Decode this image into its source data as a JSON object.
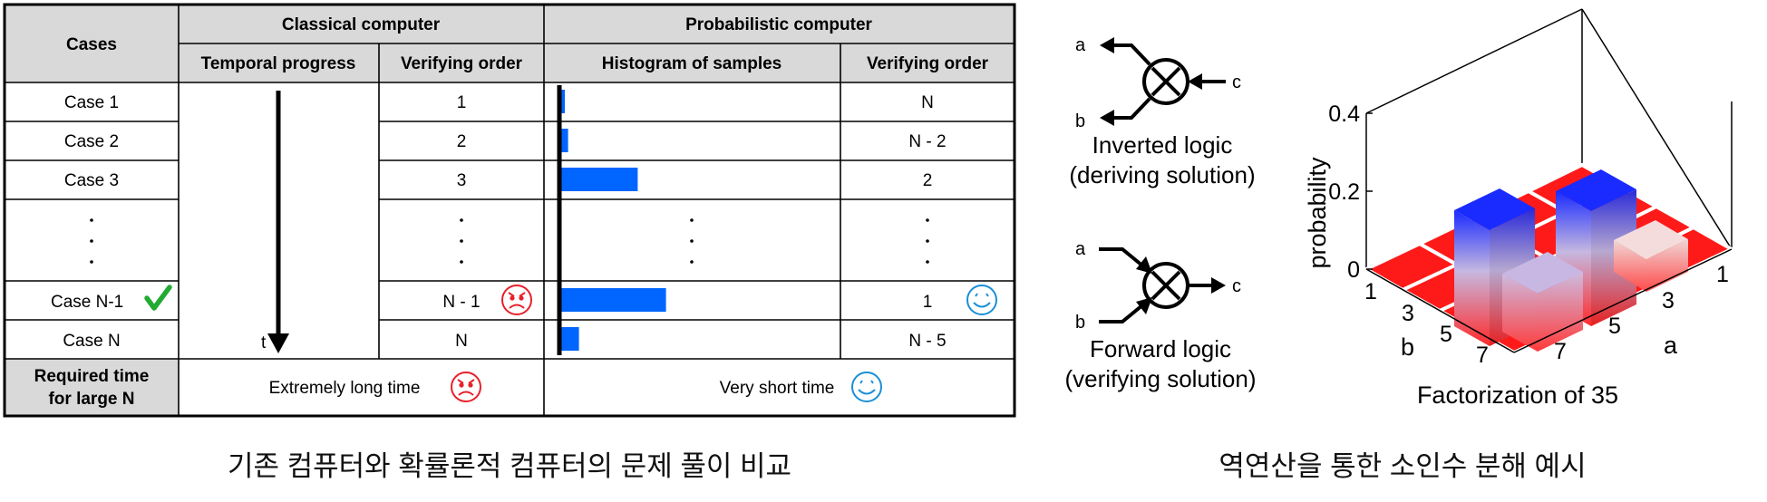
{
  "table": {
    "headers": {
      "cases": "Cases",
      "classical": "Classical computer",
      "probabilistic": "Probabilistic computer",
      "temporal_progress": "Temporal progress",
      "verifying_order_classical": "Verifying order",
      "histogram": "Histogram of samples",
      "verifying_order_prob": "Verifying order"
    },
    "rows": [
      {
        "case": "Case 1",
        "classical_order": "1",
        "prob_order": "N",
        "histogram_value": 0.05
      },
      {
        "case": "Case 2",
        "classical_order": "2",
        "prob_order": "N - 2",
        "histogram_value": 0.08
      },
      {
        "case": "Case 3",
        "classical_order": "3",
        "prob_order": "2",
        "histogram_value": 0.72
      },
      {
        "case": "Case N-1",
        "classical_order": "N - 1",
        "prob_order": "1",
        "histogram_value": 0.98
      },
      {
        "case": "Case N",
        "classical_order": "N",
        "prob_order": "N - 5",
        "histogram_value": 0.18
      }
    ],
    "time_axis_label": "t",
    "required_time_label": [
      "Required time",
      "for large N"
    ],
    "classical_time": "Extremely long time",
    "probabilistic_time": "Very short time",
    "colors": {
      "header_bg": "#d9d9d9",
      "bar": "#0066ff",
      "sad": "#e8202a",
      "happy": "#1a8fd6",
      "check": "#22aa33"
    }
  },
  "logic": {
    "inverted": {
      "in": "c",
      "out1": "a",
      "out2": "b",
      "label1": "Inverted logic",
      "label2": "(deriving solution)"
    },
    "forward": {
      "in1": "a",
      "in2": "b",
      "out": "c",
      "label1": "Forward logic",
      "label2": "(verifying solution)"
    }
  },
  "chart_data": {
    "type": "bar3d",
    "title": "Factorization of 35",
    "xlabel": "a",
    "ylabel": "b",
    "zlabel": "probability",
    "x_ticks": [
      "1",
      "3",
      "5",
      "7"
    ],
    "y_ticks": [
      "1",
      "3",
      "5",
      "7"
    ],
    "z_ticks": [
      "0",
      "0.2",
      "0.4"
    ],
    "zlim": [
      0,
      0.4
    ],
    "bars": [
      {
        "a": 7,
        "b": 5,
        "probability": 0.22
      },
      {
        "a": 5,
        "b": 7,
        "probability": 0.24
      },
      {
        "a": 5,
        "b": 5,
        "probability": 0.12
      },
      {
        "a": 7,
        "b": 3,
        "probability": 0.05
      },
      {
        "a": 3,
        "b": 7,
        "probability": 0.03
      },
      {
        "a": 1,
        "b": 1,
        "probability": 0.0
      },
      {
        "a": 3,
        "b": 3,
        "probability": 0.0
      }
    ]
  },
  "captions": {
    "left": "기존 컴퓨터와 확률론적 컴퓨터의 문제 풀이 비교",
    "right": "역연산을 통한 소인수 분해 예시"
  }
}
